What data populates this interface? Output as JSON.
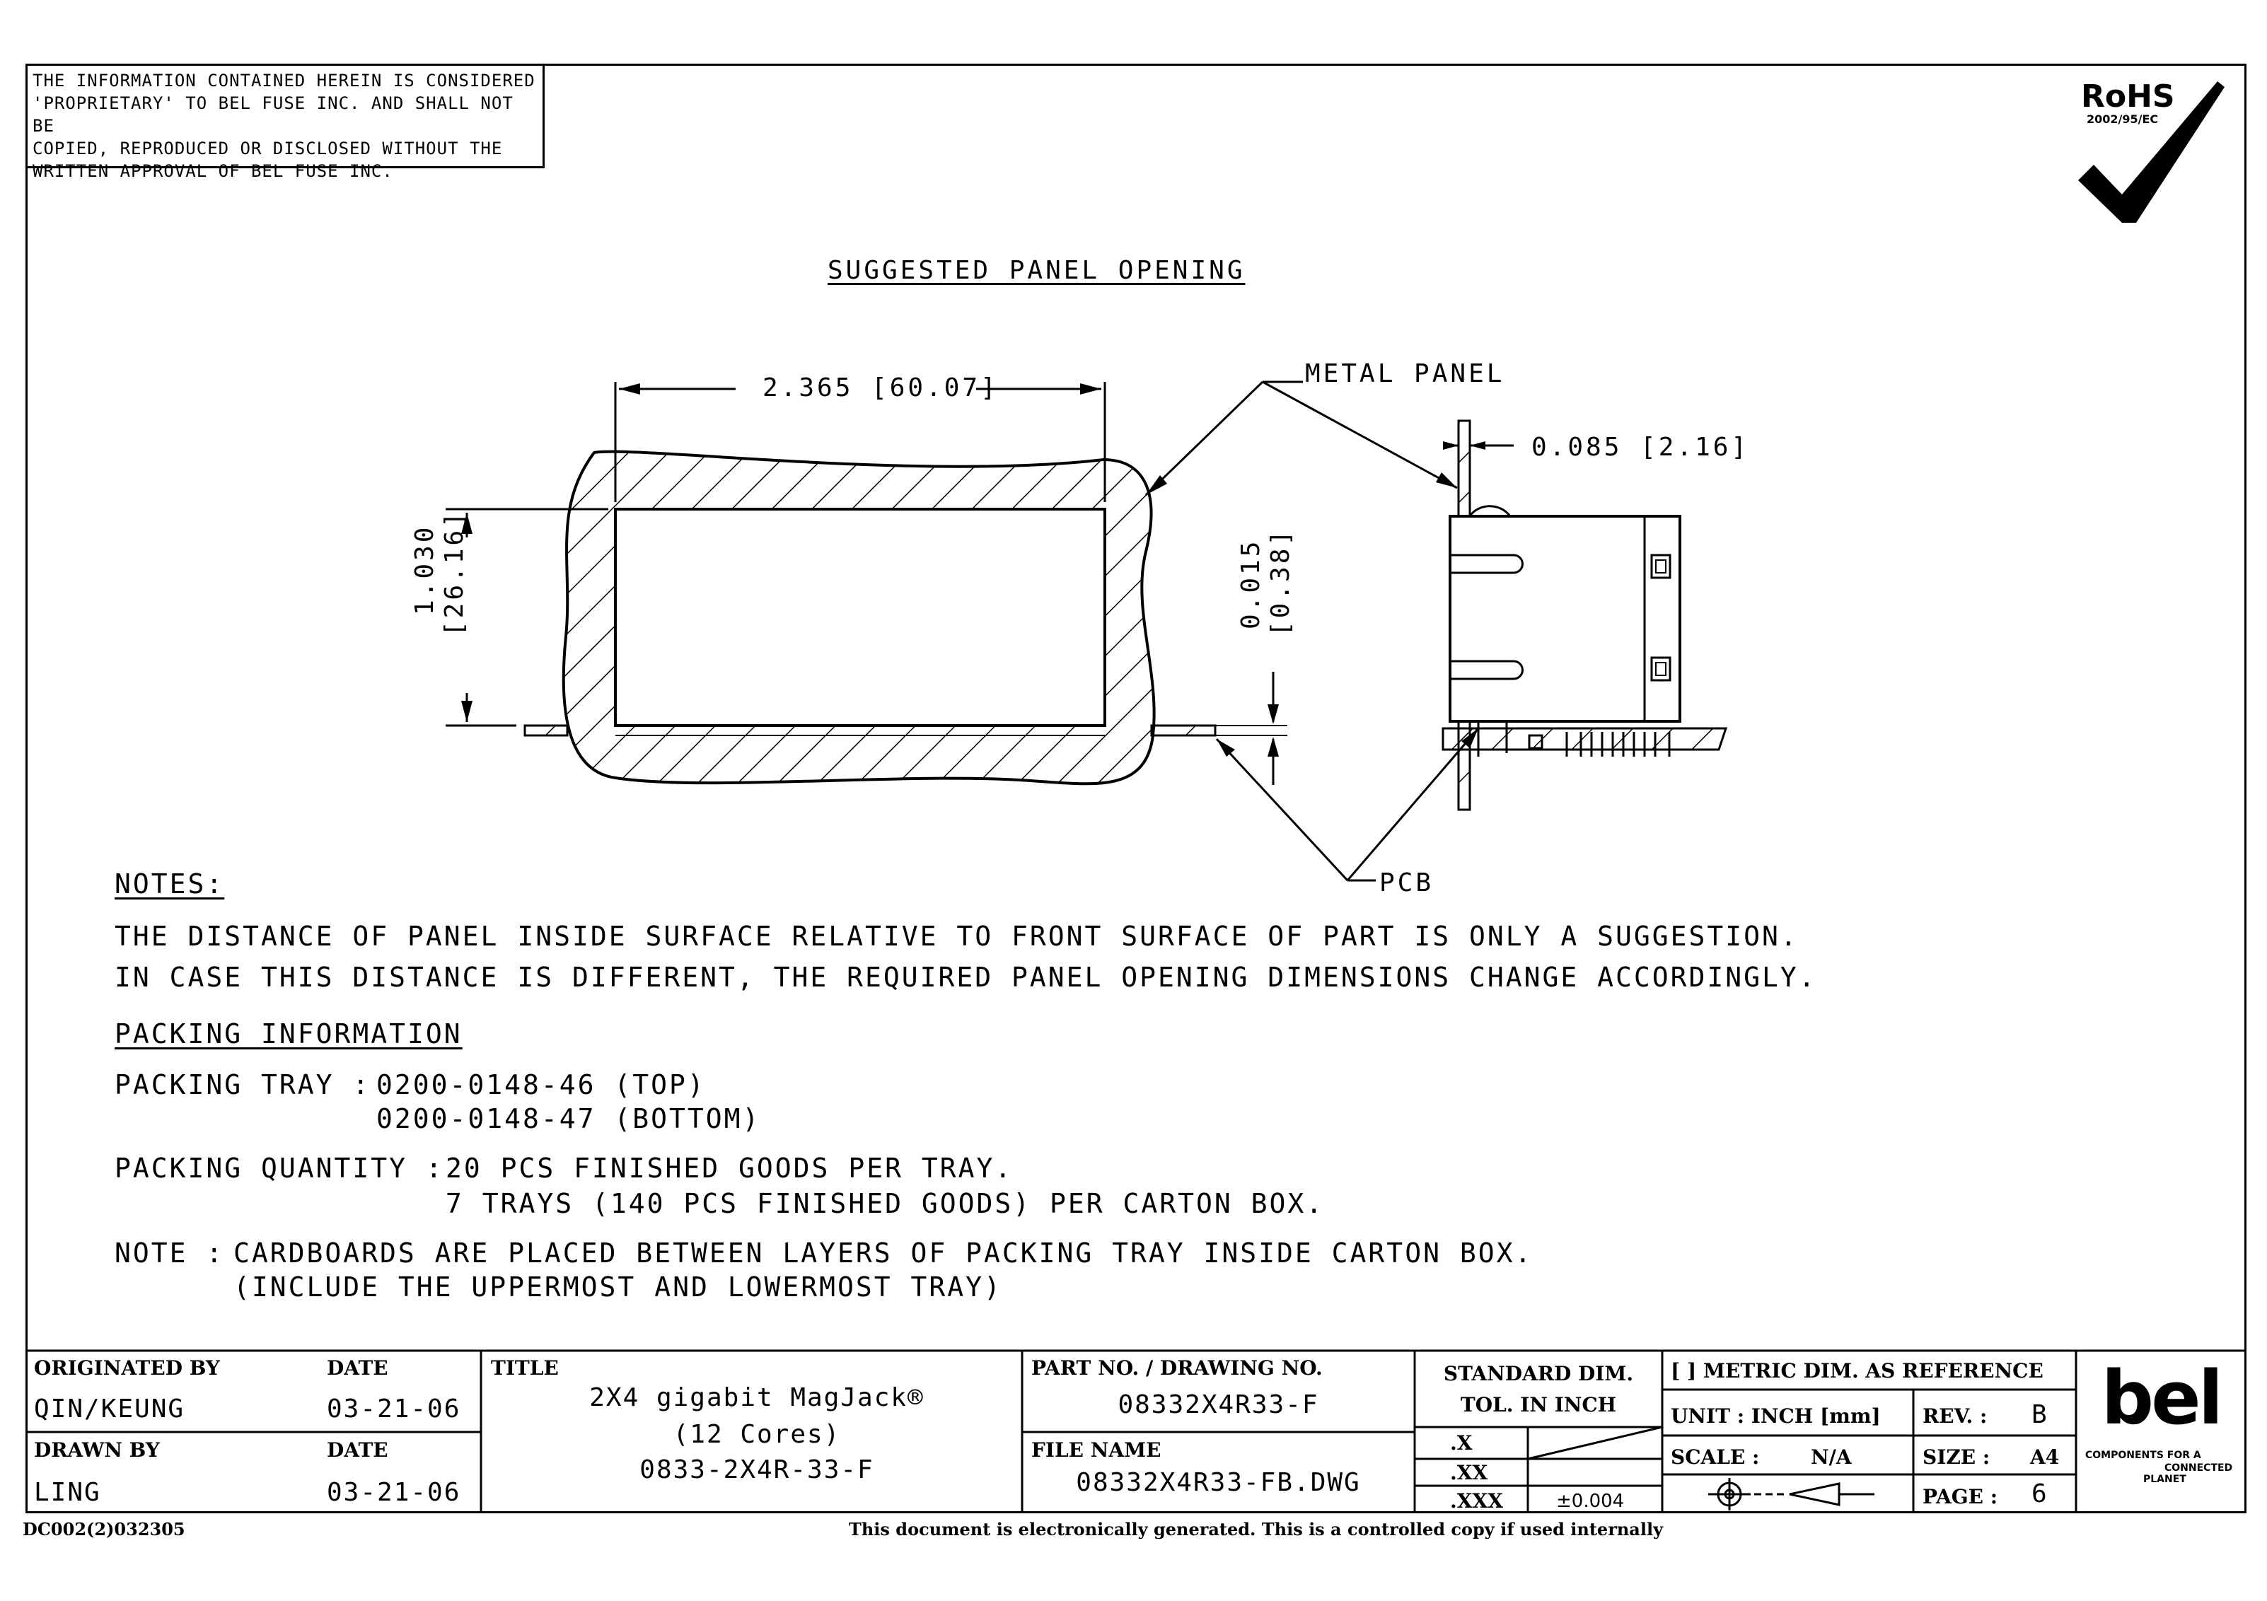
{
  "proprietary_notice": [
    "THE INFORMATION CONTAINED HEREIN IS CONSIDERED",
    "'PROPRIETARY' TO BEL FUSE INC. AND SHALL NOT BE",
    "COPIED, REPRODUCED OR DISCLOSED WITHOUT THE",
    "WRITTEN APPROVAL OF BEL FUSE INC."
  ],
  "rohs": {
    "label": "RoHS",
    "directive": "2002/95/EC"
  },
  "drawing": {
    "heading": "SUGGESTED PANEL OPENING",
    "width_dim": "2.365 [60.07]",
    "height_dim_in": "1.030",
    "height_dim_mm": "[26.16]",
    "gap_dim_in": "0.015",
    "gap_dim_mm": "[0.38]",
    "metal_panel_label": "METAL PANEL",
    "panel_thickness_dim": "0.085 [2.16]",
    "pcb_label": "PCB"
  },
  "notes": {
    "heading": "NOTES:",
    "line1": "THE DISTANCE OF PANEL INSIDE SURFACE RELATIVE TO FRONT SURFACE OF PART IS ONLY A SUGGESTION.",
    "line2": "IN CASE THIS DISTANCE IS DIFFERENT, THE REQUIRED PANEL OPENING DIMENSIONS CHANGE ACCORDINGLY."
  },
  "packing": {
    "heading": "PACKING INFORMATION",
    "tray_label": "PACKING TRAY :",
    "tray_top": "0200-0148-46 (TOP)",
    "tray_bottom": "0200-0148-47 (BOTTOM)",
    "qty_label": "PACKING QUANTITY :",
    "qty_line1": "20 PCS FINISHED GOODS PER TRAY.",
    "qty_line2": "7 TRAYS (140 PCS FINISHED GOODS) PER CARTON BOX.",
    "note_label": "NOTE :",
    "note_line1": "CARDBOARDS ARE PLACED BETWEEN LAYERS OF PACKING TRAY INSIDE CARTON BOX.",
    "note_line2": "(INCLUDE THE UPPERMOST AND LOWERMOST TRAY)"
  },
  "title_block": {
    "originated_by_label": "ORIGINATED BY",
    "originated_by": "QIN/KEUNG",
    "date_label": "DATE",
    "originated_date": "03-21-06",
    "drawn_by_label": "DRAWN BY",
    "drawn_by": "LING",
    "drawn_date": "03-21-06",
    "title_label": "TITLE",
    "title_line1": "2X4 gigabit MagJack®",
    "title_line2": "(12 Cores)",
    "title_line3": "0833-2X4R-33-F",
    "part_no_label": "PART NO. / DRAWING NO.",
    "part_no": "08332X4R33-F",
    "file_name_label": "FILE NAME",
    "file_name": "08332X4R33-FB.DWG",
    "std_dim_label": "STANDARD DIM.",
    "tol_label": "TOL. IN INCH",
    "tol_x": ".X",
    "tol_xx": ".XX",
    "tol_xxx": ".XXX",
    "tol_xxx_val": "±0.004",
    "metric_label": "[ ] METRIC DIM. AS REFERENCE",
    "unit_label": "UNIT : INCH [mm]",
    "rev_label": "REV. :",
    "rev": "B",
    "scale_label": "SCALE :",
    "scale": "N/A",
    "size_label": "SIZE :",
    "size": "A4",
    "page_label": "PAGE :",
    "page": "6",
    "logo": "bel",
    "logo_tagline_1": "COMPONENTS FOR A",
    "logo_tagline_2": "CONNECTED",
    "logo_tagline_3": "PLANET"
  },
  "footer": {
    "doc_code": "DC002(2)032305",
    "notice": "This document is electronically generated. This is a controlled copy if used internally"
  }
}
